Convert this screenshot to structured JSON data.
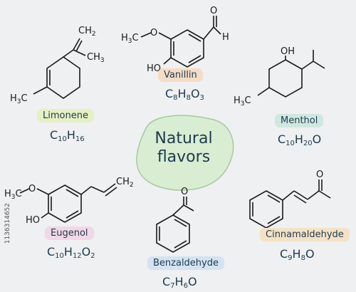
{
  "center": {
    "line1": "Natural",
    "line2": "flavors"
  },
  "molecules": {
    "limonene": {
      "name": "Limonene",
      "formula": [
        [
          "C",
          "10"
        ],
        [
          "H",
          "16"
        ]
      ]
    },
    "vanillin": {
      "name": "Vanillin",
      "formula": [
        [
          "C",
          "8"
        ],
        [
          "H",
          "8"
        ],
        [
          "O",
          "3"
        ]
      ]
    },
    "menthol": {
      "name": "Menthol",
      "formula": [
        [
          "C",
          "10"
        ],
        [
          "H",
          "20"
        ],
        [
          "O",
          ""
        ]
      ]
    },
    "eugenol": {
      "name": "Eugenol",
      "formula": [
        [
          "C",
          "10"
        ],
        [
          "H",
          "12"
        ],
        [
          "O",
          "2"
        ]
      ]
    },
    "benzaldehyde": {
      "name": "Benzaldehyde",
      "formula": [
        [
          "C",
          "7"
        ],
        [
          "H",
          "6"
        ],
        [
          "O",
          ""
        ]
      ]
    },
    "cinnamaldehyde": {
      "name": "Cinnamaldehyde",
      "formula": [
        [
          "C",
          "9"
        ],
        [
          "H",
          "8"
        ],
        [
          "O",
          ""
        ]
      ]
    }
  },
  "atoms": {
    "ch2": "CH2",
    "ch3": "CH3",
    "h3c": "H3C",
    "o": "O",
    "h": "H",
    "ho": "HO",
    "oh": "OH"
  },
  "side_id": "1136314652",
  "colors": {
    "limonene": "#e6f0c4",
    "vanillin": "#f5dcc6",
    "menthol": "#cfe8df",
    "eugenol": "#f2d7e6",
    "benzaldehyde": "#d3e3f3",
    "cinnamaldehyde": "#f3e2c6",
    "center": "#d8edd2"
  }
}
